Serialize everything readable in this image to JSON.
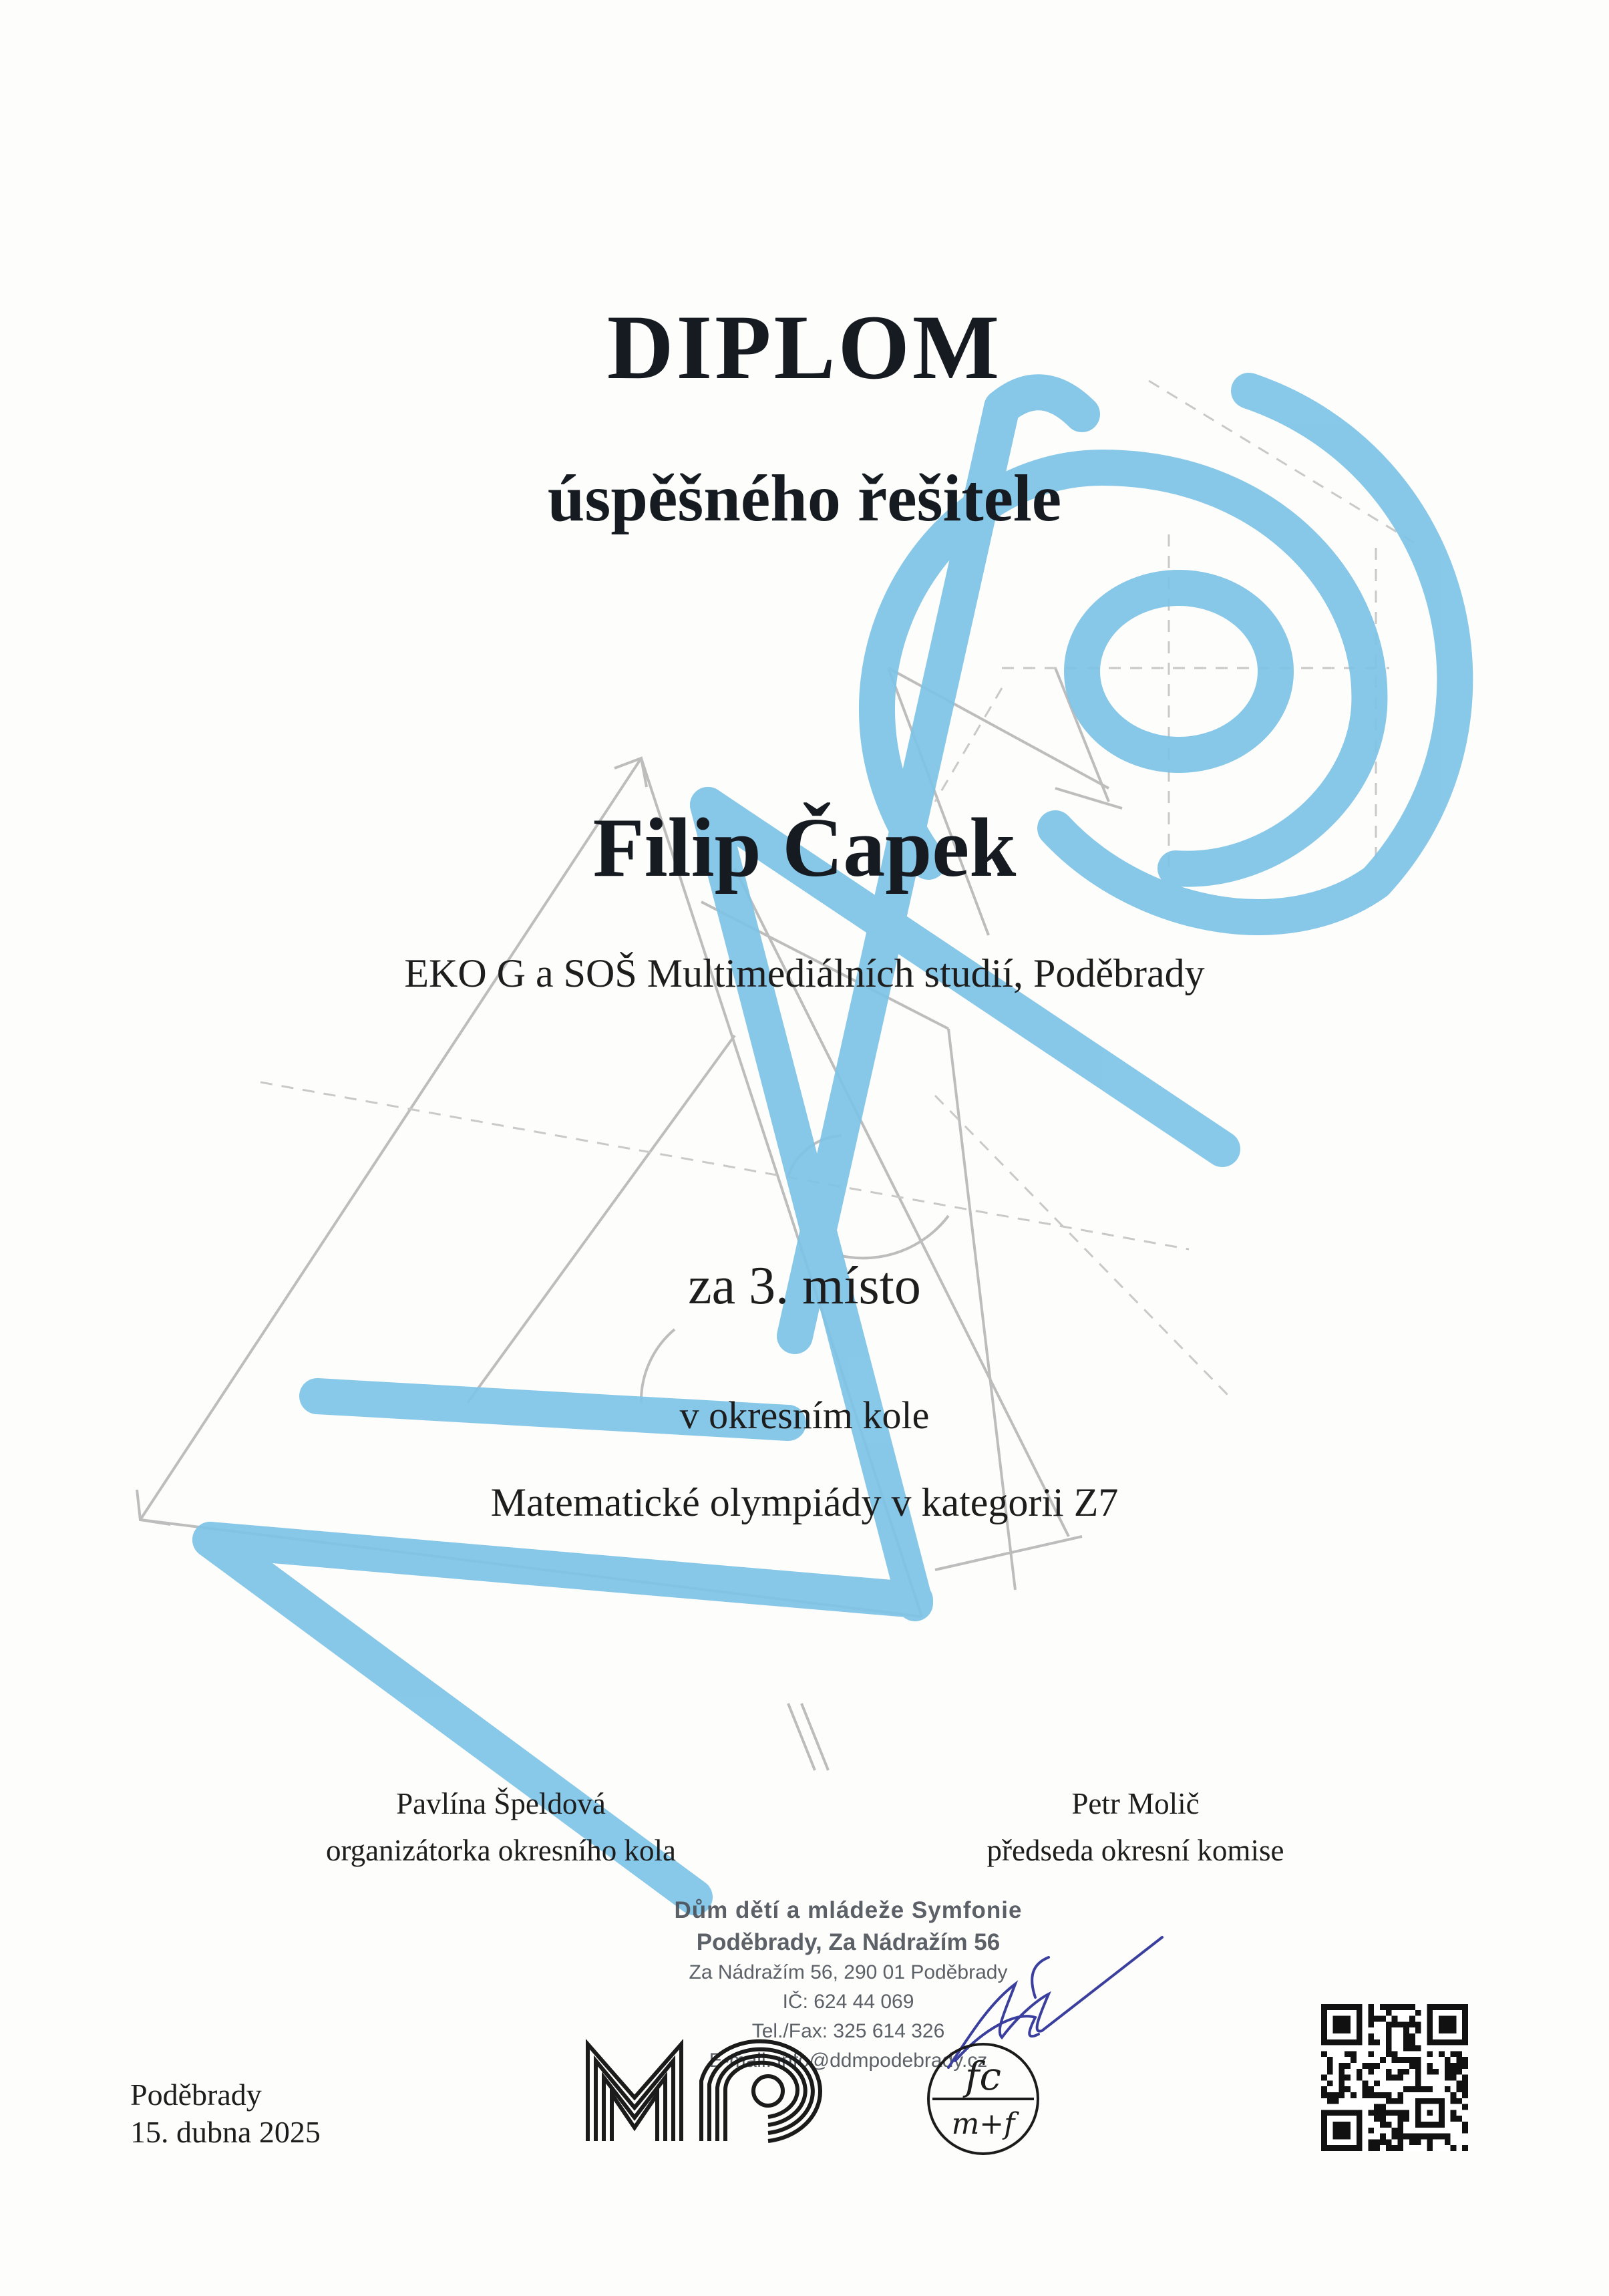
{
  "diploma": {
    "title": "DIPLOM",
    "subtitle": "úspěšného řešitele",
    "recipient_name": "Filip Čapek",
    "school": "EKO G a SOŠ Multimediálních studií, Poděbrady",
    "placement": "za 3. místo",
    "round": "v okresním kole",
    "competition": "Matematické olympiády v kategorii Z7"
  },
  "signatures": {
    "left": {
      "name": "Pavlína Špeldová",
      "role": "organizátorka okresního kola"
    },
    "right": {
      "name": "Petr Molič",
      "role": "předseda okresní komise"
    }
  },
  "stamp": {
    "line1": "Dům dětí a mládeže Symfonie",
    "line2": "Poděbrady, Za Nádražím 56",
    "line3": "Za Nádražím 56, 290 01 Poděbrady",
    "line4": "IČ: 624 44 069",
    "line5": "Tel./Fax: 325 614 326",
    "line6": "E-mail: info@ddmpodebrady.cz"
  },
  "footer": {
    "place": "Poděbrady",
    "date": "15. dubna 2025",
    "seal_text_top": "fc",
    "seal_text_bottom": "m+f"
  },
  "colors": {
    "watermark_blue": "#7ec3e6",
    "construction_gray": "#bdbdbd",
    "signature_blue": "#3a3f9e",
    "text": "#1d1d1d"
  },
  "icons": {
    "watermark": "mo-logo-watermark",
    "logo": "mo-logo",
    "seal": "fc-mf-seal",
    "qr": "qr-code"
  }
}
